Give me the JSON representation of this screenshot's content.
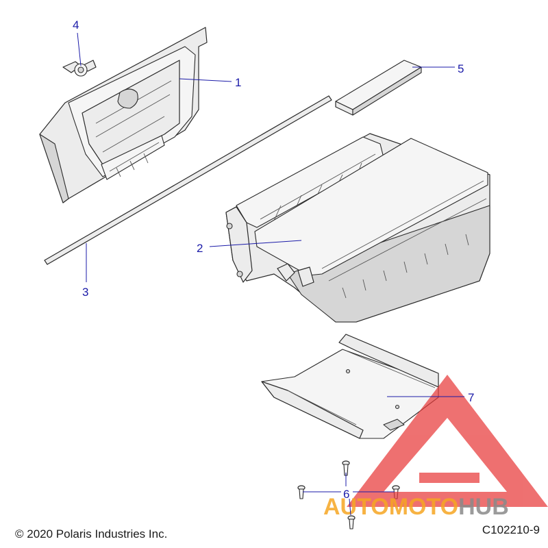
{
  "callouts": [
    {
      "id": "1",
      "label": "1"
    },
    {
      "id": "2",
      "label": "2"
    },
    {
      "id": "3",
      "label": "3"
    },
    {
      "id": "4",
      "label": "4"
    },
    {
      "id": "5",
      "label": "5"
    },
    {
      "id": "6",
      "label": "6"
    },
    {
      "id": "7",
      "label": "7"
    }
  ],
  "footer": {
    "copyright": "© 2020 Polaris Industries Inc.",
    "code": "C102210-9"
  },
  "watermark": {
    "part1": "AUTO",
    "part2": "MOTO",
    "part3": "HUB",
    "colors": {
      "red": "#e83a3a",
      "orange": "#f6a623",
      "gray": "#8a8a8a"
    }
  },
  "colors": {
    "callout": "#1a1aa8",
    "line": "#2a2a2a"
  }
}
